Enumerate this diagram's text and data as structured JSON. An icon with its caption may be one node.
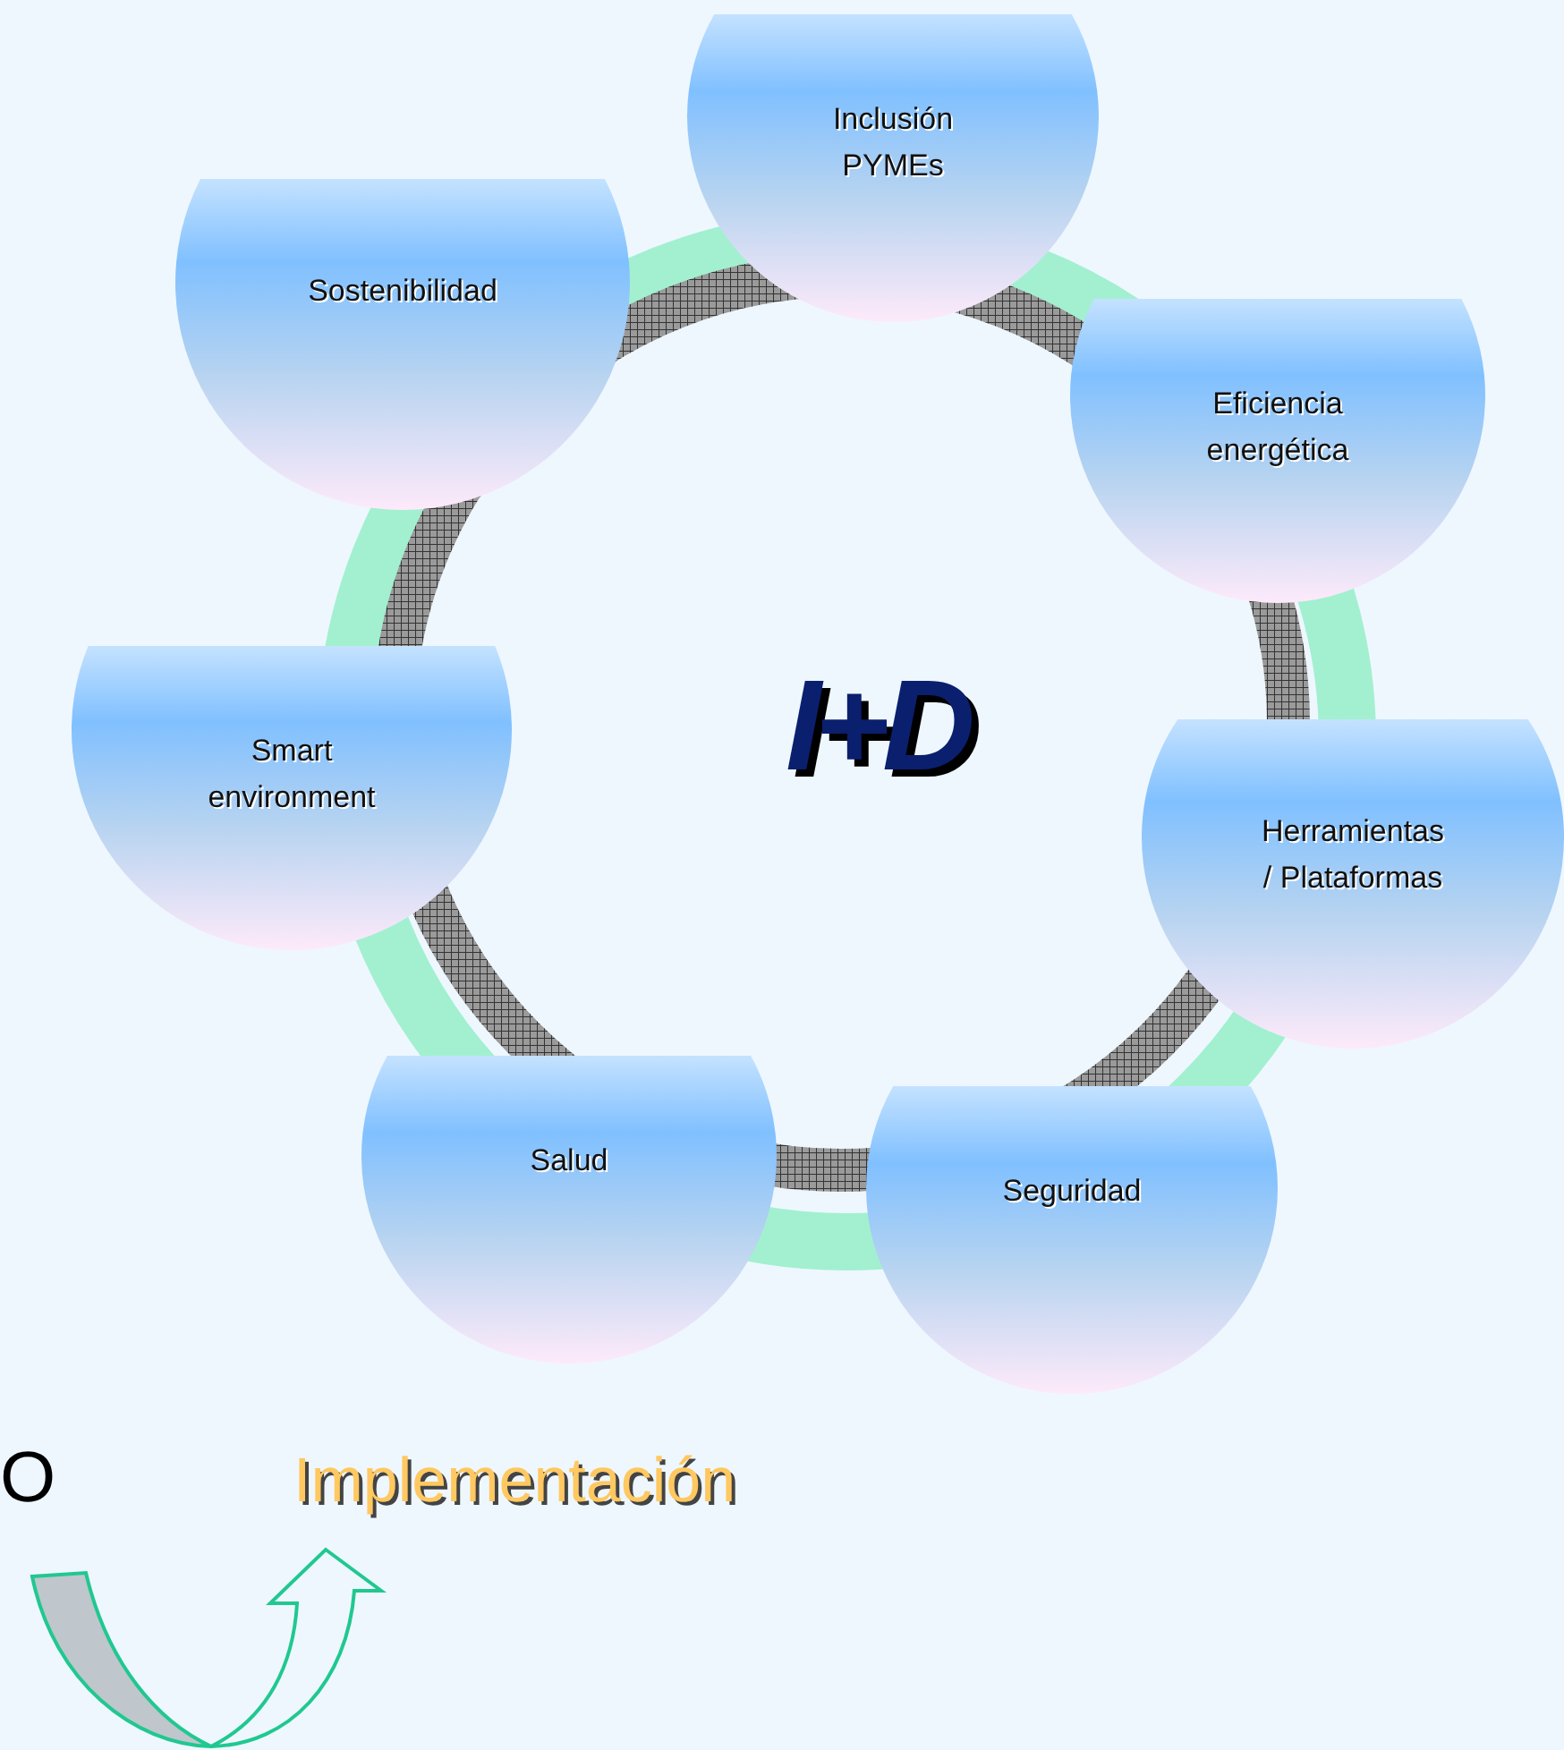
{
  "diagram": {
    "nodes": [
      {
        "text": [
          "Inclusión PYMEs"
        ]
      },
      {
        "text": [
          "Sostenibilidad"
        ]
      },
      {
        "text": [
          "Eficiencia energética"
        ]
      },
      {
        "text": [
          "Smart environment"
        ]
      },
      {
        "text": [
          "Herramientas / Plataformas"
        ]
      },
      {
        "text": [
          "Salud"
        ]
      },
      {
        "text": [
          "Seguridad"
        ]
      }
    ],
    "labels": [
      "I+D",
      "O",
      "Implementación"
    ]
  }
}
